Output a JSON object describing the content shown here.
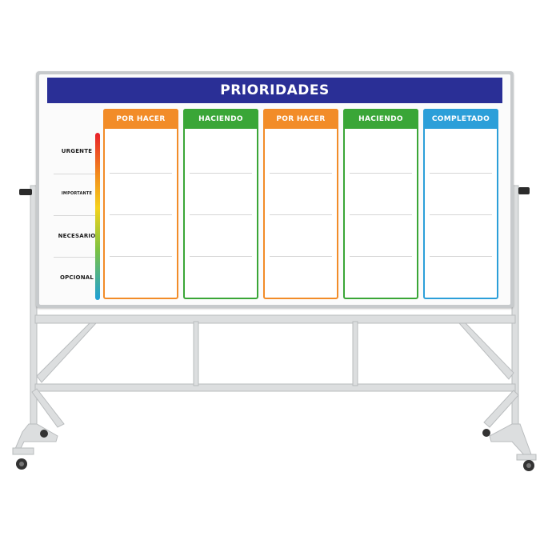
{
  "board": {
    "title": "PRIORIDADES",
    "priorities": [
      {
        "label": "URGENTE",
        "small": false
      },
      {
        "label": "IMPORTANTE",
        "small": true
      },
      {
        "label": "NECESARIO",
        "small": false
      },
      {
        "label": "OPCIONAL",
        "small": false
      }
    ],
    "columns": [
      {
        "label": "POR HACER",
        "color": "#f28c28"
      },
      {
        "label": "HACIENDO",
        "color": "#3aa637"
      },
      {
        "label": "POR HACER",
        "color": "#f28c28"
      },
      {
        "label": "HACIENDO",
        "color": "#3aa637"
      },
      {
        "label": "COMPLETADO",
        "color": "#2c9fd9"
      }
    ]
  },
  "colors": {
    "title_bar": "#2a2f96",
    "frame": "#c7cacc",
    "stand": "#dadcdd"
  }
}
